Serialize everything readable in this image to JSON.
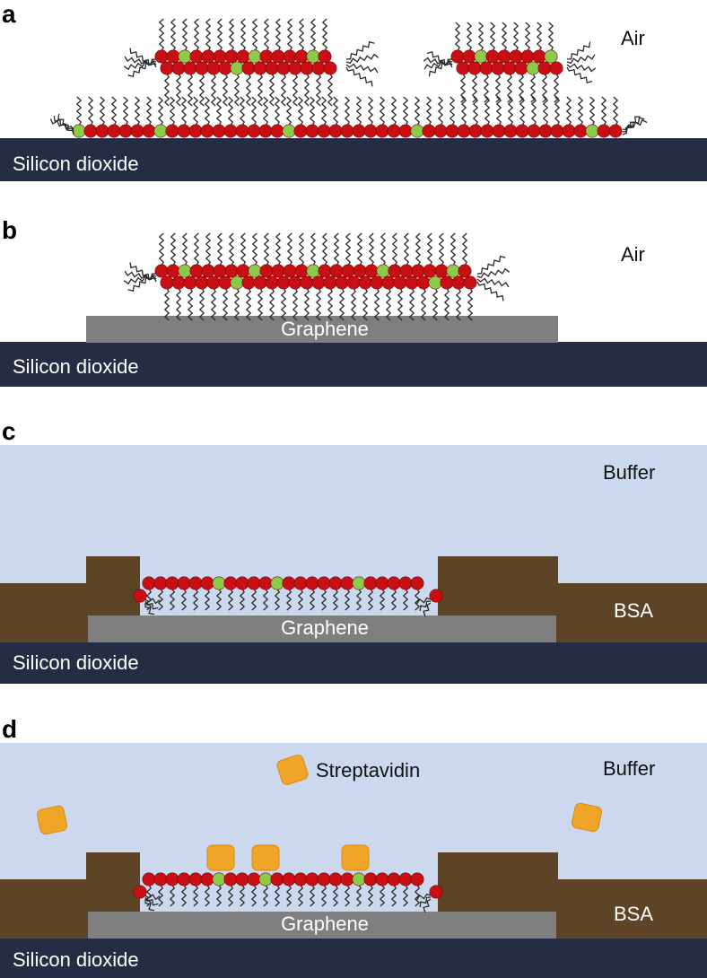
{
  "colors": {
    "silicon": "#252d45",
    "graphene": "#7f7f7f",
    "buffer": "#cbd8ee",
    "bsa": "#5d4426",
    "head": "#c80f14",
    "green": "#8ccb4a",
    "tail": "#2a2a2a",
    "streptavidin": "#f0a428"
  },
  "panels": [
    {
      "letter": "a",
      "medium": "Air",
      "substrate": "Silicon dioxide"
    },
    {
      "letter": "b",
      "medium": "Air",
      "graphene": "Graphene",
      "substrate": "Silicon dioxide"
    },
    {
      "letter": "c",
      "medium": "Buffer",
      "blocker": "BSA",
      "graphene": "Graphene",
      "substrate": "Silicon dioxide"
    },
    {
      "letter": "d",
      "medium": "Buffer",
      "blocker": "BSA",
      "protein": "Streptavidin",
      "graphene": "Graphene",
      "substrate": "Silicon dioxide"
    }
  ]
}
